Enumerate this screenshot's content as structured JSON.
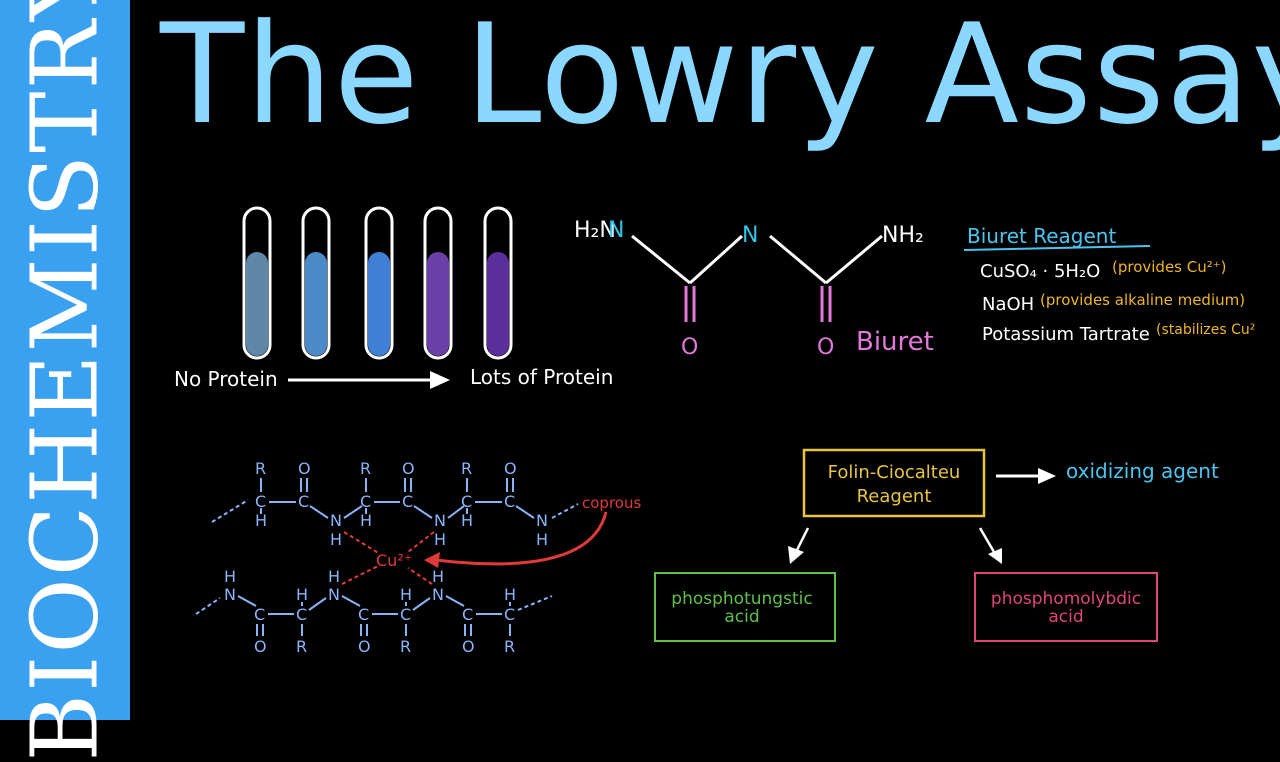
{
  "sidebar": {
    "label": "BIOCHEMISTRY"
  },
  "title": "The Lowry Assay",
  "tubes": {
    "no_protein": "No Protein",
    "lots_protein": "Lots of Protein",
    "colors": [
      "#5f87a8",
      "#4d8bc8",
      "#3f7fd6",
      "#6b3fa8",
      "#5a2f9a"
    ]
  },
  "biuret": {
    "h2n": "H₂N",
    "n": "N",
    "nh2": "NH₂",
    "o1": "O",
    "o2": "O",
    "name": "Biuret"
  },
  "reagent": {
    "heading": "Biuret Reagent",
    "rows": [
      {
        "chem": "CuSO₄ · 5H₂O",
        "note": "(provides Cu²⁺)"
      },
      {
        "chem": "NaOH",
        "note": "(provides alkaline medium)"
      },
      {
        "chem": "Potassium Tartrate",
        "note": "(stabilizes Cu²"
      }
    ]
  },
  "peptide": {
    "cu": "Cu²⁺",
    "label": "coprous",
    "r": "R",
    "o": "O",
    "c": "C",
    "h": "H",
    "n": "N"
  },
  "folin": {
    "name_line1": "Folin-Ciocalteu",
    "name_line2": "Reagent",
    "role": "oxidizing agent",
    "left_line1": "phosphotungstic",
    "left_line2": "acid",
    "right_line1": "phosphomolybdic",
    "right_line2": "acid"
  },
  "colors": {
    "title": "#8ad8ff",
    "sidebar": "#3aa0f0",
    "nitrogen": "#2ec4e8",
    "biuret_name": "#e07ad8",
    "reagent_heading": "#4cc4f0",
    "reagent_note": "#f0b429",
    "peptide": "#8ab4f8",
    "copper": "#e03a3a",
    "folin_box": "#e8c440",
    "folin_left": "#5ec04a",
    "folin_right": "#e0457a",
    "oxidizing": "#4cc4f0"
  }
}
